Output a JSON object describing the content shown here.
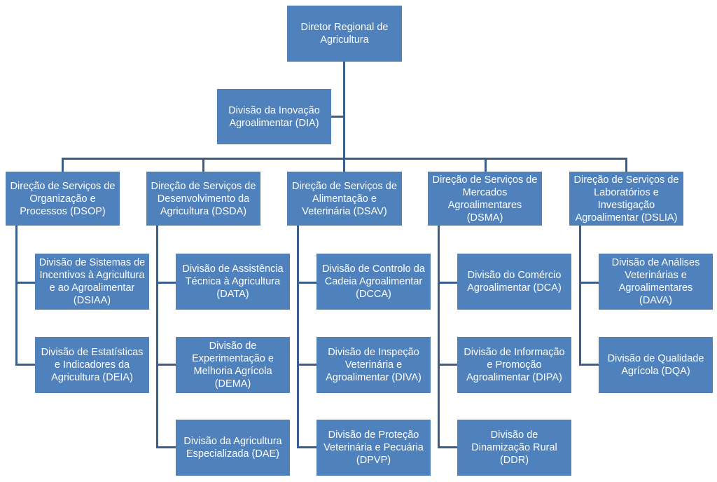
{
  "colors": {
    "box_fill": "#4f81bd",
    "box_text": "#ffffff",
    "connector": "#3a5f8c"
  },
  "root": {
    "label": "Diretor  Regional de Agricultura"
  },
  "staff": {
    "label": "Divisão da Inovação Agroalimentar (DIA)"
  },
  "directorates": [
    {
      "label": "Direção de Serviços de Organização e Processos (DSOP)",
      "divisions": [
        {
          "label": "Divisão de Sistemas de Incentivos à Agricultura e ao Agroalimentar (DSIAA)"
        },
        {
          "label": "Divisão de Estatísticas e Indicadores da Agricultura (DEIA)"
        }
      ]
    },
    {
      "label": "Direção de Serviços de Desenvolvimento da Agricultura (DSDA)",
      "divisions": [
        {
          "label": "Divisão de Assistência Técnica à Agricultura (DATA)"
        },
        {
          "label": "Divisão de Experimentação e Melhoria Agrícola (DEMA)"
        },
        {
          "label": "Divisão da Agricultura Especializada (DAE)"
        }
      ]
    },
    {
      "label": "Direção de Serviços de Alimentação e Veterinária (DSAV)",
      "divisions": [
        {
          "label": "Divisão de Controlo da Cadeia Agroalimentar (DCCA)"
        },
        {
          "label": "Divisão de Inspeção Veterinária e Agroalimentar (DIVA)"
        },
        {
          "label": "Divisão de Proteção Veterinária e Pecuária (DPVP)"
        }
      ]
    },
    {
      "label": "Direção de Serviços de Mercados Agroalimentares (DSMA)",
      "divisions": [
        {
          "label": "Divisão do Comércio Agroalimentar (DCA)"
        },
        {
          "label": "Divisão de Informação e Promoção Agroalimentar (DIPA)"
        },
        {
          "label": "Divisão de Dinamização Rural (DDR)"
        }
      ]
    },
    {
      "label": "Direção de Serviços de Laboratórios e Investigação Agroalimentar (DSLIA)",
      "divisions": [
        {
          "label": "Divisão de Análises Veterinárias e Agroalimentares (DAVA)"
        },
        {
          "label": "Divisão de Qualidade Agrícola (DQA)"
        }
      ]
    }
  ]
}
